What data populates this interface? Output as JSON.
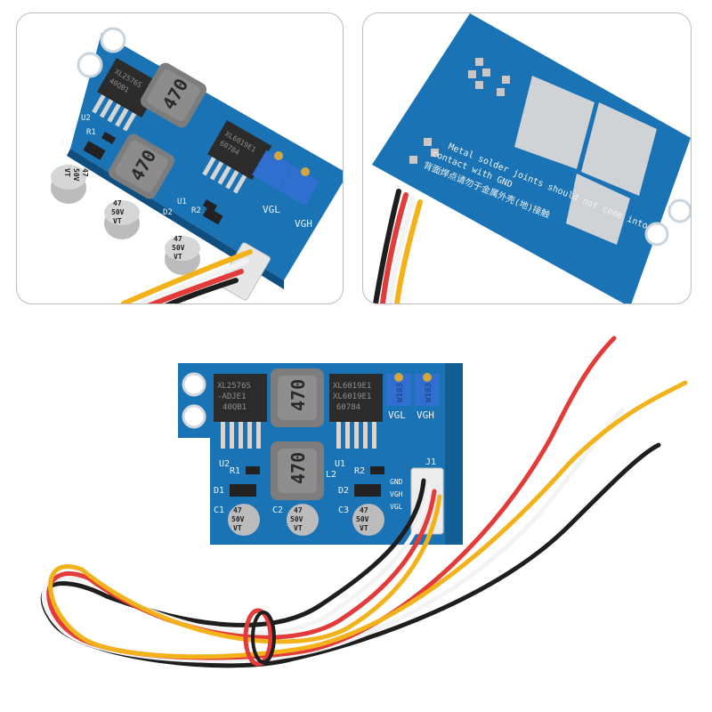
{
  "board": {
    "chip_u2": [
      "XL2576S",
      "-ADJE1",
      "40QB1"
    ],
    "chip_u1": [
      "XL6019E1",
      "XL6019E1",
      "60784"
    ],
    "chip_u1_left": [
      "XL6019E1",
      "60784"
    ],
    "chip_u2_left": [
      "XL2576S",
      "40QB1"
    ],
    "inductor": "470",
    "capacitor_lines": [
      "47",
      "50V",
      "VT"
    ],
    "labels": {
      "u2": "U2",
      "u1": "U1",
      "l2": "L2",
      "r1": "R1",
      "r2": "R2",
      "d1": "D1",
      "d2": "D2",
      "c1": "C1",
      "c2": "C2",
      "c3": "C3",
      "j1": "J1",
      "vgl": "VGL",
      "vgh": "VGH",
      "pin_gnd": "GND",
      "pin_vgh": "VGH",
      "pin_vgl": "VGL"
    },
    "pot_text": "W103"
  },
  "back": {
    "warning_en_1": "Metal solder joints should not come into",
    "warning_en_2": "contact with GND",
    "warning_cn": "背面焊点请勿于金属外壳(地)接触"
  },
  "colors": {
    "pcb": "#1a73b4",
    "pcb_dark": "#115d95",
    "wire_red": "#e33a3a",
    "wire_yellow": "#f4b21a",
    "wire_black": "#1e1e1e",
    "wire_white": "#f3f3f3",
    "potentiometer": "#2f6fd0",
    "capacitor": "#bcbcbc",
    "inductor": "#7d7d7d"
  }
}
